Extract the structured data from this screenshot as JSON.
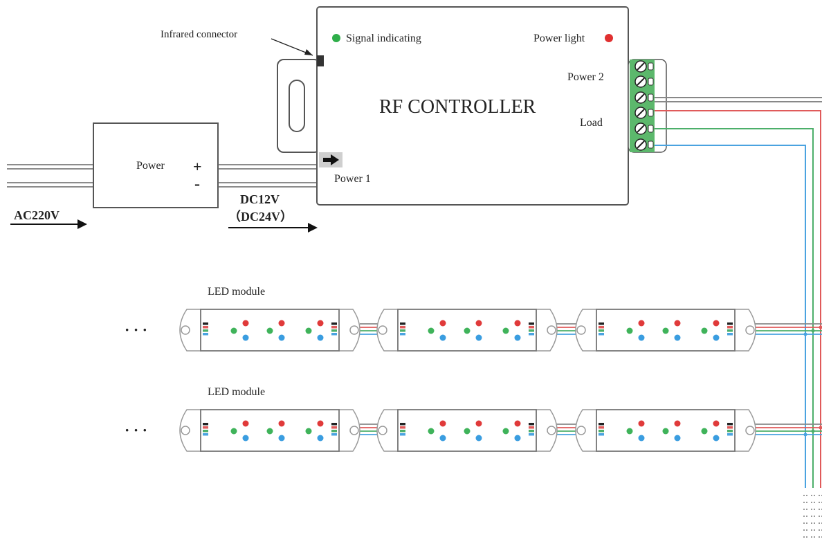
{
  "controller": {
    "title": "RF CONTROLLER",
    "signal_label": "Signal indicating",
    "power_light_label": "Power light",
    "power2_label": "Power 2",
    "load_label": "Load",
    "power1_label": "Power 1",
    "infrared_label": "Infrared connector"
  },
  "power_supply": {
    "label": "Power",
    "plus": "+",
    "minus": "-"
  },
  "input": {
    "ac_label": "AC220V",
    "dc_label": "DC12V",
    "dc_alt_label": "（DC24V）"
  },
  "led_rows": [
    {
      "label": "LED module",
      "ellipsis": "· · ·"
    },
    {
      "label": "LED module",
      "ellipsis": "· · ·"
    }
  ],
  "colors": {
    "red_wire": "#e05a5a",
    "green_wire": "#4caf6a",
    "blue_wire": "#4aa3e0",
    "gray_wire": "#888888",
    "signal_led": "#2fae4a",
    "power_led": "#e03030",
    "terminal": "#5cb86c"
  }
}
